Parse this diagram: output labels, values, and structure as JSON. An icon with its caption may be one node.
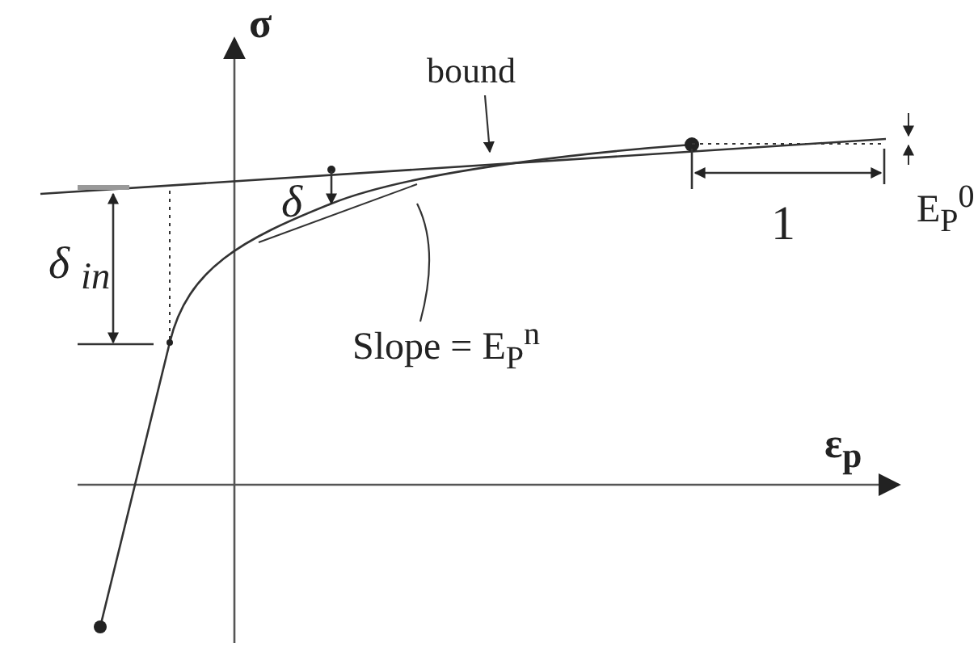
{
  "diagram": {
    "nodes": [
      {
        "text": [
          "bound"
        ]
      },
      {
        "text": [
          "Slope = E$_{P}$$^{n}$"
        ]
      }
    ],
    "edges": [
      {
        "from": 0,
        "to": null,
        "arrow": "to"
      },
      {
        "from": 1,
        "to": null,
        "arrow": "none"
      }
    ],
    "labels": [
      "σ",
      "δ",
      "δ $_{in}$",
      "1",
      "E$_{P}$$^{0}$",
      "ε$_{p}$"
    ]
  }
}
